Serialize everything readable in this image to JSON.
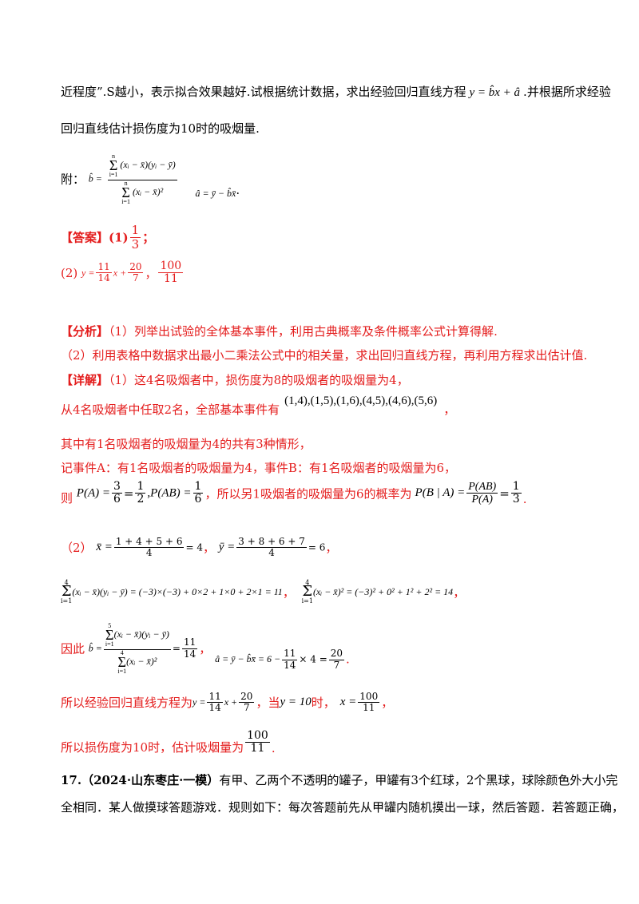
{
  "l1_a": "近程度”.S越小，表示拟合效果越好.试根据统计数据，求出经验回归直线方程",
  "l1_eq": "y = b̂x + â",
  "l1_b": ".并根据所求经验",
  "l2": "回归直线估计损伤度为10时的吸烟量.",
  "fu_label": "附：",
  "fu_b_lhs": "b̂ =",
  "fu_b_num": "(xᵢ − x̄)(yᵢ − ȳ)",
  "fu_b_den": "(xᵢ − x̄)²",
  "fu_sum_top": "n",
  "fu_sum_bot": "i=1",
  "fu_a": "â = ȳ − b̂x̄",
  "fu_end": ".",
  "ans_label": "【答案】(1)",
  "ans1_num": "1",
  "ans1_den": "3",
  "ans1_end": "；",
  "ans2_label": "(2)",
  "ans2_eq_lhs": "y =",
  "ans2_f1_num": "11",
  "ans2_f1_den": "14",
  "ans2_mid": "x +",
  "ans2_f2_num": "20",
  "ans2_f2_den": "7",
  "ans2_sep": "，",
  "ans2_f3_num": "100",
  "ans2_f3_den": "11",
  "fx_label": "【分析】",
  "fx1": "（1）列举出试验的全体基本事件，利用古典概率及条件概率公式计算得解.",
  "fx2": "（2）利用表格中数据求出最小二乘法公式中的相关量，求出回归直线方程，再利用方程求出估计值.",
  "xj_label": "【详解】",
  "xj1": "（1）这4名吸烟者中，损伤度为8的吸烟者的吸烟量为4，",
  "xj2_a": "从4名吸烟者中任取2名，全部基本事件有",
  "xj2_set": "(1,4),(1,5),(1,6),(4,5),(4,6),(5,6)",
  "xj2_end": "，",
  "xj3": "其中有1名吸烟者的吸烟量为4的共有3种情形，",
  "xj4": "记事件A：有1名吸烟者的吸烟量为4，事件B：有1名吸烟者的吸烟量为6，",
  "xj5_ze": "则",
  "xj5_pa": "P(A) =",
  "xj5_f1_num": "3",
  "xj5_f1_den": "6",
  "xj5_eq": "=",
  "xj5_f2_num": "1",
  "xj5_f2_den": "2",
  "xj5_pab": ",P(AB) =",
  "xj5_f3_num": "1",
  "xj5_f3_den": "6",
  "xj5_mid": "，所以另1吸烟者的吸烟量为6的概率为",
  "xj5_pba": "P(B | A) =",
  "xj5_f4_num": "P(AB)",
  "xj5_f4_den": "P(A)",
  "xj5_f5_num": "1",
  "xj5_f5_den": "3",
  "xj5_end": ".",
  "p2_label": "（2）",
  "p2_xbar": "x̄ =",
  "p2_xnum": "1 + 4 + 5 + 6",
  "p2_xden": "4",
  "p2_xres": "= 4",
  "p2_comma1": "，",
  "p2_ybar": "ȳ =",
  "p2_ynum": "3 + 8 + 6 + 7",
  "p2_yden": "4",
  "p2_yres": "= 6",
  "p2_comma2": "，",
  "s_top": "4",
  "s_bot": "i=1",
  "s1_expr": "(xᵢ − x̄)(yᵢ − ȳ) = (−3)×(−3) + 0×2 + 1×0 + 2×1 = 11",
  "s1_end": "，",
  "s2_expr": "(xᵢ − x̄)² = (−3)² + 0² + 1² + 2² = 14",
  "s2_end": "，",
  "yc_label": "因此",
  "yc_b": "b̂ =",
  "yc_num": "(xᵢ − x̄)(yᵢ − ȳ)",
  "yc_den": "(xᵢ − x̄)²",
  "yc_num_top": "5",
  "yc_res_num": "11",
  "yc_res_den": "14",
  "yc_comma": "，",
  "yc_a": "â = ȳ − b̂x̄ = 6 −",
  "yc_a_times": "× 4 =",
  "yc_a_res_num": "20",
  "yc_a_res_den": "7",
  "yc_end": ".",
  "fin1_a": "所以经验回归直线方程为",
  "fin1_y": "y =",
  "fin1_x": "x +",
  "fin1_dang": "，当",
  "fin1_y10": "y = 10",
  "fin1_shi": "时，",
  "fin1_xeq": "x =",
  "fin1_end": "，",
  "fin2_a": "所以损伤度为10时，估计吸烟量为",
  "fin2_end": ".",
  "q17_no": "17.",
  "q17_src": "（2024·山东枣庄·一模）",
  "q17_text1": "有甲、乙两个不透明的罐子，甲罐有3个红球，2个黑球，球除颜色外大小完",
  "q17_text2": "全相同．某人做摸球答题游戏．规则如下：每次答题前先从甲罐内随机摸出一球，然后答题．若答题正确，",
  "colors": {
    "answer_red": "#e41d1d",
    "text": "#000000"
  }
}
